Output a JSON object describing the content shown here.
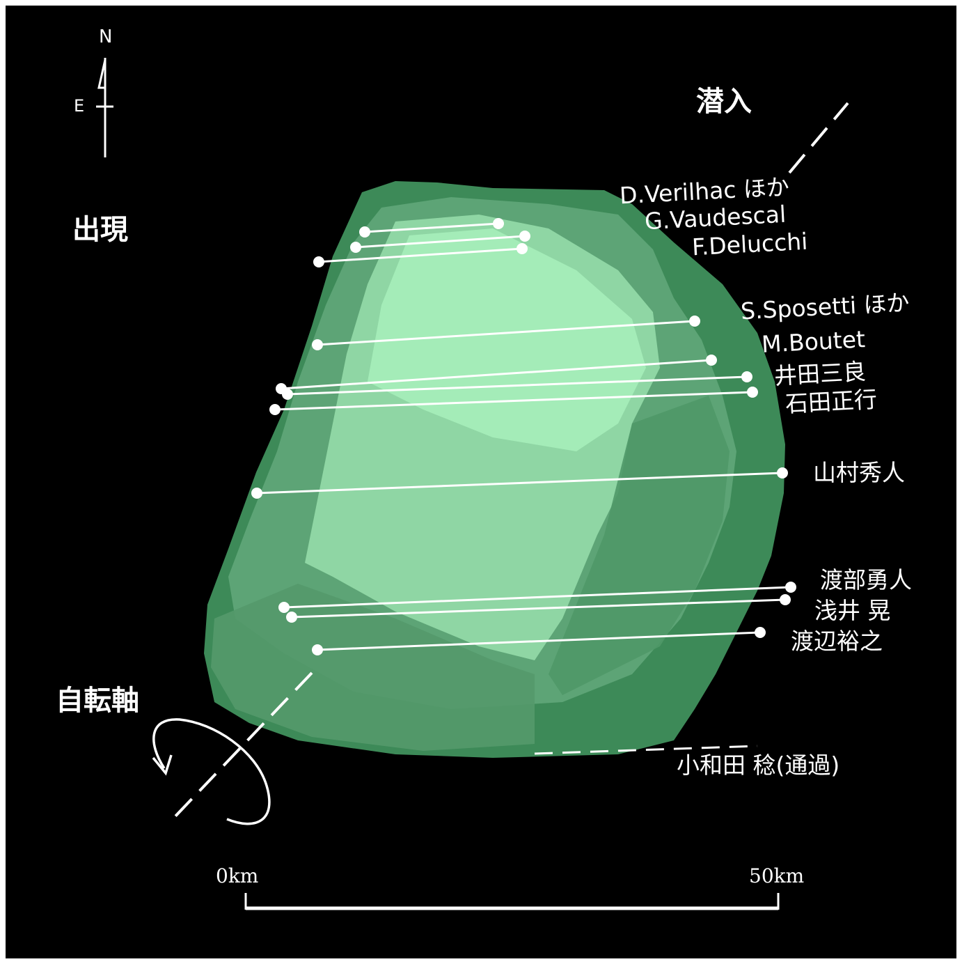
{
  "compass": {
    "north": "N",
    "east": "E"
  },
  "labels": {
    "disappear": "潜入",
    "reappear": "出現",
    "rotation_axis": "自転軸"
  },
  "observers": [
    "D.Verilhac ほか",
    "G.Vaudescal",
    "F.Delucchi",
    "S.Sposetti ほか",
    "M.Boutet",
    "井田三良",
    "石田正行",
    "山村秀人",
    "渡部勇人",
    "浅井 晃",
    "渡辺裕之",
    "小和田 稔(通過)"
  ],
  "scale": {
    "start": "0km",
    "end": "50km"
  },
  "colors": {
    "background": "#000000",
    "body_dark": "#3f8c5c",
    "body_mid": "#62a97a",
    "body_light": "#9ee6b2",
    "chord": "#ffffff"
  }
}
